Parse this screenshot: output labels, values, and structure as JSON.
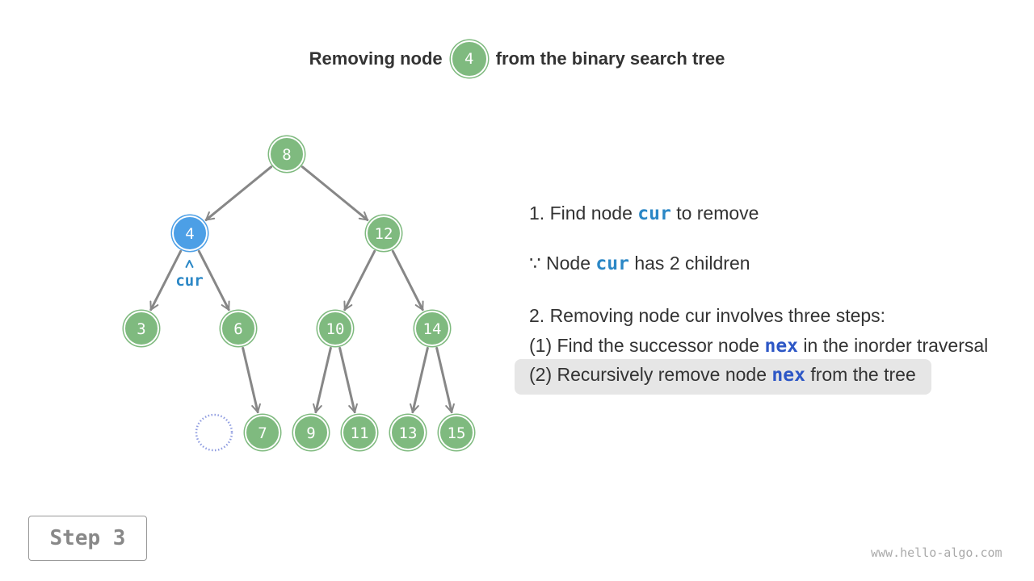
{
  "title": {
    "prefix": "Removing node",
    "node_value": "4",
    "suffix": "from the binary search tree"
  },
  "tree": {
    "nodes": [
      {
        "id": "n8",
        "value": "8",
        "state": "normal"
      },
      {
        "id": "n4",
        "value": "4",
        "state": "current"
      },
      {
        "id": "n12",
        "value": "12",
        "state": "normal"
      },
      {
        "id": "n3",
        "value": "3",
        "state": "normal"
      },
      {
        "id": "n6",
        "value": "6",
        "state": "normal"
      },
      {
        "id": "n10",
        "value": "10",
        "state": "normal"
      },
      {
        "id": "n14",
        "value": "14",
        "state": "normal"
      },
      {
        "id": "n7",
        "value": "7",
        "state": "normal"
      },
      {
        "id": "n9",
        "value": "9",
        "state": "normal"
      },
      {
        "id": "n11",
        "value": "11",
        "state": "normal"
      },
      {
        "id": "n13",
        "value": "13",
        "state": "normal"
      },
      {
        "id": "n15",
        "value": "15",
        "state": "normal"
      }
    ],
    "edges": [
      [
        "n8",
        "n4"
      ],
      [
        "n8",
        "n12"
      ],
      [
        "n4",
        "n3"
      ],
      [
        "n4",
        "n6"
      ],
      [
        "n12",
        "n10"
      ],
      [
        "n12",
        "n14"
      ],
      [
        "n6",
        "n7"
      ],
      [
        "n10",
        "n9"
      ],
      [
        "n10",
        "n11"
      ],
      [
        "n14",
        "n13"
      ],
      [
        "n14",
        "n15"
      ]
    ],
    "pointer_label": "cur",
    "colors": {
      "node": "#7fba7f",
      "current_node": "#4c9fe6",
      "edge": "#878787",
      "pointer": "#2b87c6",
      "empty_slot": "#8f9ce0"
    }
  },
  "explanation": {
    "step1": {
      "prefix": "1. Find node",
      "code": "cur",
      "suffix": "to remove"
    },
    "because": {
      "prefix": "∵ Node",
      "code": "cur",
      "suffix": "has 2 children"
    },
    "step2": {
      "text": "2. Removing node cur involves three steps:"
    },
    "sub1": {
      "prefix": "(1) Find the successor node",
      "code": "nex",
      "suffix": "in the inorder traversal"
    },
    "sub2": {
      "prefix": "(2) Recursively remove node",
      "code": "nex",
      "suffix": "from the tree"
    }
  },
  "step_label": "Step 3",
  "watermark": "www.hello-algo.com"
}
